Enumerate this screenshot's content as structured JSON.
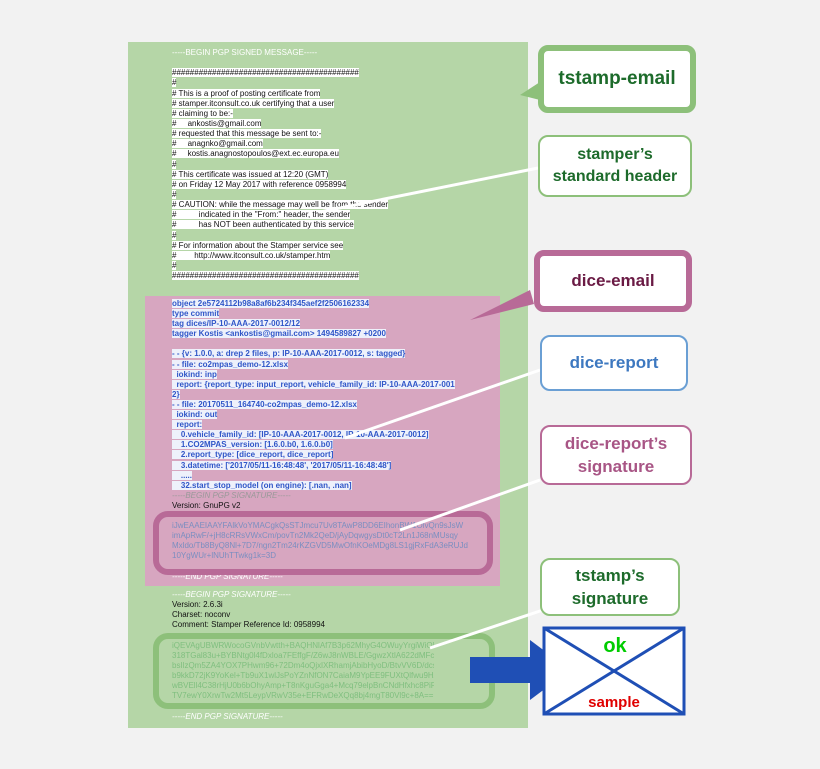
{
  "message": {
    "begin_signed": "-----BEGIN PGP SIGNED MESSAGE-----",
    "hash_line": "##########################################",
    "lines": [
      "#",
      "# This is a proof of posting certificate from",
      "# stamper.itconsult.co.uk certifying that a user",
      "# claiming to be:-",
      "#     ankostis@gmail.com",
      "# requested that this message be sent to:-",
      "#     anagnko@gmail.com",
      "#     kostis.anagnostopoulos@ext.ec.europa.eu",
      "#",
      "# This certificate was issued at 12:20 (GMT)",
      "# on Friday 12 May 2017 with reference 0958994",
      "#",
      "# CAUTION: while the message may well be from the sender",
      "#          indicated in the \"From:\" header, the sender",
      "#          has NOT been authenticated by this service",
      "#",
      "# For information about the Stamper service see",
      "#        http://www.itconsult.co.uk/stamper.htm",
      "#"
    ],
    "hash_line_end": "##########################################"
  },
  "dice": {
    "lines": [
      "object 2e5724112b98a8af6b234f345aef2f2506162334",
      "type commit",
      "tag dices/IP-10-AAA-2017-0012/12",
      "tagger Kostis <ankostis@gmail.com> 1494589827 +0200",
      "",
      "- - {v: 1.0.0, a: drep 2 files, p: IP-10-AAA-2017-0012, s: tagged}",
      "- - file: co2mpas_demo-12.xlsx",
      "  iokind: inp",
      "  report: {report_type: input_report, vehicle_family_id: IP-10-AAA-2017-001",
      "2}",
      "- - file: 20170511_164740-co2mpas_demo-12.xlsx",
      "  iokind: out",
      "  report:",
      "    0.vehicle_family_id: [IP-10-AAA-2017-0012, IP-10-AAA-2017-0012]",
      "    1.CO2MPAS_version: [1.6.0.b0, 1.6.0.b0]",
      "    2.report_type: [dice_report, dice_report]",
      "    3.datetime: ['2017/05/11-16:48:48', '2017/05/11-16:48:48']",
      "    .....",
      "    32.start_stop_model (on engine): [.nan, .nan]"
    ],
    "sig_begin": "-----BEGIN PGP SIGNATURE-----",
    "version": "Version: GnuPG v2",
    "sig_lines": [
      "iJwEAAEIAAYFAlkVoYMACgkQsSTJmcu7Uv8TAwP8DD6EIhonBW1OlvQn9sJsW",
      "imApRwF/+jH8cRRsVWxCm/povTn2Mk2QeD/jAyDqwgysDt0cT2Ln1J68nMUsqy",
      "Mxldo/Tb8ByQ8Nl+7D7/ngn2Tm24rKZGVD5MwOfnKOeMDg8LS1gjRxFdA3eRUJd",
      "10YgWUr+lNUhTTwkg1k=3D"
    ],
    "sig_end": "-----END PGP SIGNATURE-----"
  },
  "stamper_sig": {
    "begin": "-----BEGIN PGP SIGNATURE-----",
    "version": "Version: 2.6.3i",
    "charset": "Charset: noconv",
    "comment": "Comment: Stamper Reference Id: 0958994",
    "lines": [
      "iQEVAgUBWRWocoGVnbVwtth+BAQHNlAf7B3p62MhyG4OWuyYrgiWiONGYAs",
      "318TGal83u+BYBNtg0l4fDxloa7FEffgF/Z6wJ8nWBLE/GgwzXtlA622dMFcc",
      "bsIlzQm5ZA4YOX7PHwm96+72Dm4oQjxlXRhamjAbibHyoD/BtvVV6D/dcsKWQSi",
      "b9kkD72jK9YoKel+Tb9uX1wlJsPoYZnNfON7CaiaM9YpEE9FUXtQlfwu9HZY+4P",
      "wBVEll4C38rHjU0b6bOhyAmp+T8nKguGga4+Mcq79elpBnCNdHfxhc8PiPr8BC",
      "TV7ewY0XrwTw2Mt5LeypVRwV35e+EFRwDeXQq8bj4mgT80Vl9c+8A=="
    ],
    "end": "-----END PGP SIGNATURE-----"
  },
  "labels": {
    "tstamp_email": "tstamp-email",
    "stamper_header_1": "stamper’s",
    "stamper_header_2": "standard header",
    "dice_email": "dice-email",
    "dice_report": "dice-report",
    "dice_report_sig_1": "dice-report’s",
    "dice_report_sig_2": "signature",
    "tstamp_sig_1": "tstamp’s",
    "tstamp_sig_2": "signature"
  },
  "stamp": {
    "ok": "ok",
    "sample": "sample"
  },
  "colors": {
    "green": "#8dc07a",
    "pink": "#b86a97",
    "blue": "#6a9fd4",
    "stamp_blue": "#1f4fb5",
    "ok_green": "#00cc00",
    "sample_red": "#e00000"
  }
}
